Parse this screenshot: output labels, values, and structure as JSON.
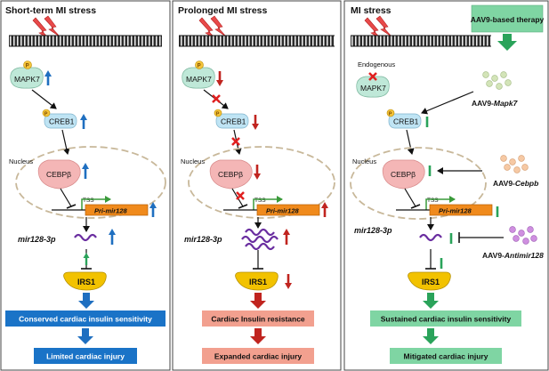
{
  "panels": [
    {
      "title": "Short-term MI stress",
      "mapk7": "MAPK7",
      "creb1": "CREB1",
      "nucleus": "Nucleus",
      "cebpb": "CEBPβ",
      "tss": "TSS",
      "gene": "Pri-mir128",
      "mirna": "mir128-3p",
      "irs1": "IRS1",
      "outcome": "Conserved cardiac  insulin sensitivity",
      "injury": "Limited cardiac injury"
    },
    {
      "title": "Prolonged MI stress",
      "mapk7": "MAPK7",
      "creb1": "CREB1",
      "nucleus": "Nucleus",
      "cebpb": "CEBPβ",
      "tss": "TSS",
      "gene": "Pri-mir128",
      "mirna": "mir128-3p",
      "irs1": "IRS1",
      "outcome": "Cardiac Insulin resistance",
      "injury": "Expanded cardiac injury"
    },
    {
      "title": "MI stress",
      "therapy": "AAV9-based therapy",
      "endogenous": "Endogenous",
      "mapk7": "MAPK7",
      "creb1": "CREB1",
      "nucleus": "Nucleus",
      "cebpb": "CEBPβ",
      "tss": "TSS",
      "gene": "Pri-mir128",
      "mirna": "mir128-3p",
      "irs1": "IRS1",
      "aav_mapk7_prefix": "AAV9-",
      "aav_mapk7_name": "Mapk7",
      "aav_cebpb_prefix": "AAV9-",
      "aav_cebpb_name": "Cebpb",
      "aav_anti_prefix": "AAV9-",
      "aav_anti_name": "Antimir128",
      "outcome": "Sustained cardiac  insulin sensitivity",
      "injury": "Mitigated cardiac injury"
    }
  ],
  "colors": {
    "blue": "#1f6fc0",
    "red": "#c0241f",
    "green": "#2aa35a",
    "outcome_blue": "#1a73c7",
    "outcome_red": "#f2a08f",
    "outcome_green": "#7fd5a3",
    "therapy_bg": "#7fd5a3",
    "irs1": "#f2c200",
    "mapk7": "#bfe8d8",
    "creb1": "#bfe4f4",
    "cebpb": "#f4b6b6",
    "gene": "#f08a1c",
    "mirna": "#6a2ea0"
  },
  "icons": {
    "lightning": "lightning-icon",
    "phospho": "phospho-icon",
    "inhibit": "cross-icon",
    "aav": "virus-particle-icon"
  }
}
